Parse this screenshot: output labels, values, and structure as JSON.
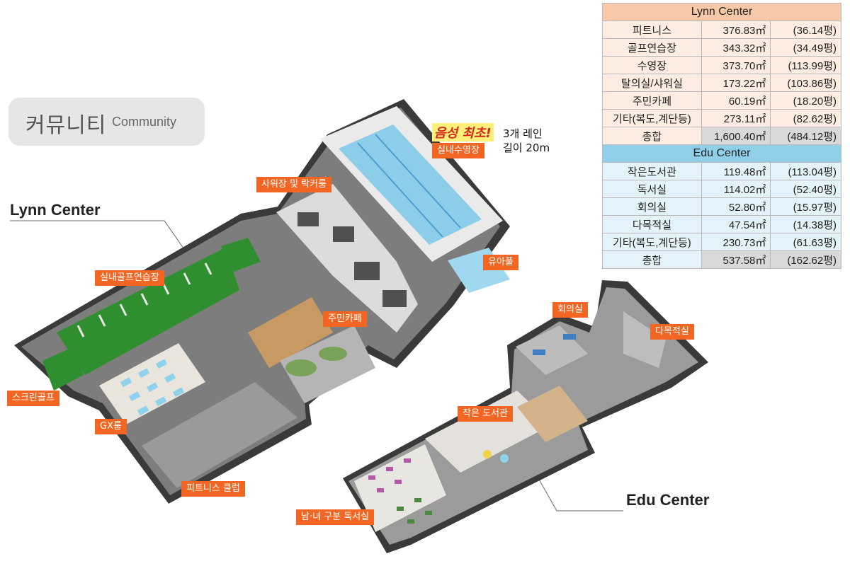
{
  "header": {
    "title_ko": "커뮤니티",
    "title_en": "Community"
  },
  "centers": {
    "lynn": "Lynn Center",
    "edu": "Edu Center"
  },
  "labels": {
    "indoor_pool": "실내수영장",
    "shower_locker": "사워장 및 락커룸",
    "indoor_golf": "실내골프연습장",
    "kids_pool": "유아풀",
    "cafe": "주민카페",
    "screen_golf": "스크린골프",
    "gx_room": "GX룸",
    "fitness_club": "피트니스 클럽",
    "meeting_room": "회의실",
    "multi_room": "다목적실",
    "small_library": "작은 도서관",
    "reading_room": "남·녀 구분 독서실"
  },
  "pool_note": {
    "highlight": "음성 최초!",
    "lanes": "3개 레인",
    "length": "길이 20m"
  },
  "area_table": {
    "lynn": {
      "header": "Lynn Center",
      "rows": [
        {
          "name": "피트니스",
          "m2": "376.83㎡",
          "pyeong": "(36.14평)"
        },
        {
          "name": "골프연습장",
          "m2": "343.32㎡",
          "pyeong": "(34.49평)"
        },
        {
          "name": "수영장",
          "m2": "373.70㎡",
          "pyeong": "(113.99평)"
        },
        {
          "name": "탈의실/샤워실",
          "m2": "173.22㎡",
          "pyeong": "(103.86평)"
        },
        {
          "name": "주민카페",
          "m2": "60.19㎡",
          "pyeong": "(18.20평)"
        },
        {
          "name": "기타(복도,계단등)",
          "m2": "273.11㎡",
          "pyeong": "(82.62평)"
        }
      ],
      "total": {
        "name": "총합",
        "m2": "1,600.40㎡",
        "pyeong": "(484.12평)"
      }
    },
    "edu": {
      "header": "Edu Center",
      "rows": [
        {
          "name": "작은도서관",
          "m2": "119.48㎡",
          "pyeong": "(113.04평)"
        },
        {
          "name": "독서실",
          "m2": "114.02㎡",
          "pyeong": "(52.40평)"
        },
        {
          "name": "회의실",
          "m2": "52.80㎡",
          "pyeong": "(15.97평)"
        },
        {
          "name": "다목적실",
          "m2": "47.54㎡",
          "pyeong": "(14.38평)"
        },
        {
          "name": "기타(복도,계단등)",
          "m2": "230.73㎡",
          "pyeong": "(61.63평)"
        }
      ],
      "total": {
        "name": "총합",
        "m2": "537.58㎡",
        "pyeong": "(162.62평)"
      }
    }
  },
  "colors": {
    "label_orange": "#f26522",
    "lynn_header": "#f8c9a9",
    "edu_header": "#8fd0e8",
    "golf_green": "#2e8b2e",
    "pool_blue": "#7fc8e8"
  }
}
